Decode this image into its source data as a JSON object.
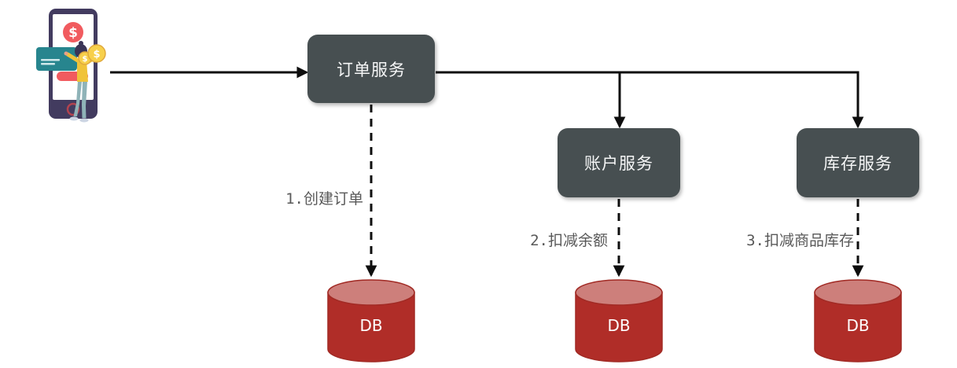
{
  "colors": {
    "canvas-bg": "#ffffff",
    "line": "#0e0e0e",
    "service-box": "#474f51",
    "service-text": "#f5f6f6",
    "edge-label": "#595959",
    "db-body": "#b02d28",
    "db-top": "#cd7f7b",
    "db-edge": "#a12a24",
    "db-text": "#ffffff"
  },
  "actor": {
    "icon": "user-paying-on-phone-illustration",
    "currency_glyph": "$"
  },
  "services": [
    {
      "id": "order-service",
      "label": "订单服务"
    },
    {
      "id": "account-service",
      "label": "账户服务"
    },
    {
      "id": "inventory-service",
      "label": "库存服务"
    }
  ],
  "databases": [
    {
      "id": "order-db",
      "label": "DB"
    },
    {
      "id": "account-db",
      "label": "DB"
    },
    {
      "id": "inventory-db",
      "label": "DB"
    }
  ],
  "flows": [
    {
      "from": "user",
      "to": "order-service",
      "style": "solid",
      "label": ""
    },
    {
      "from": "order-service",
      "to": "account-service",
      "style": "solid",
      "label": ""
    },
    {
      "from": "order-service",
      "to": "inventory-service",
      "style": "solid",
      "label": ""
    },
    {
      "from": "order-service",
      "to": "order-db",
      "style": "dashed",
      "label": "1.创建订单"
    },
    {
      "from": "account-service",
      "to": "account-db",
      "style": "dashed",
      "label": "2.扣减余额"
    },
    {
      "from": "inventory-service",
      "to": "inventory-db",
      "style": "dashed",
      "label": "3.扣减商品库存"
    }
  ]
}
